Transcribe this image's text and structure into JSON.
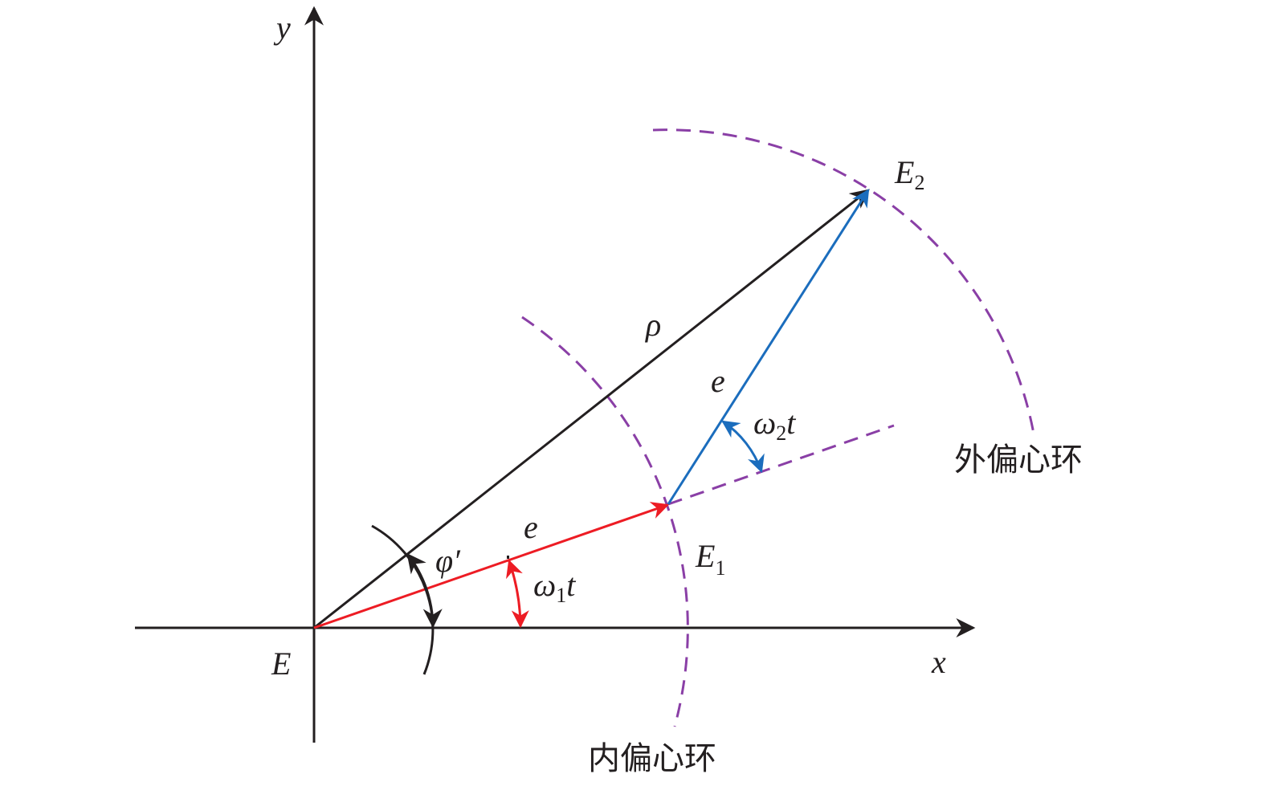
{
  "colors": {
    "axis": "#231f20",
    "red": "#ed1c24",
    "blue": "#1b6dbd",
    "purple": "#8a3fa6"
  },
  "labels": {
    "x_axis": "x",
    "y_axis": "y",
    "origin": "E",
    "E1": "E",
    "E1_sub": "1",
    "E2": "E",
    "E2_sub": "2",
    "rho": "ρ",
    "e_blue": "e",
    "e_red": "e",
    "omega2": "ω",
    "omega2_sub": "2",
    "omega2_t": "t",
    "omega1": "ω",
    "omega1_sub": "1",
    "omega1_t": "t",
    "phi": "φ′",
    "outer_ring": "外偏心环",
    "inner_ring": "内偏心环"
  }
}
